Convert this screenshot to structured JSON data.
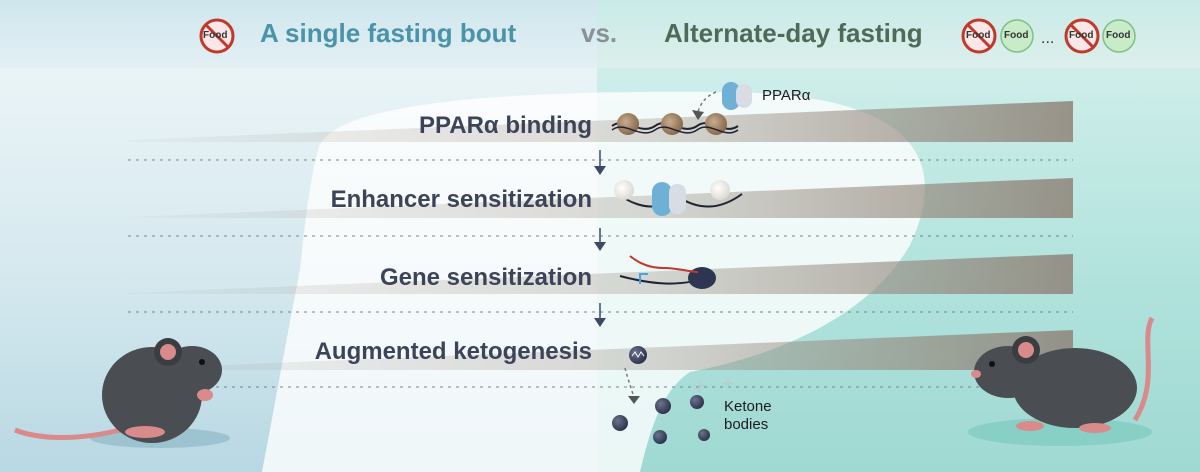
{
  "header": {
    "left_title": "A single fasting bout",
    "vs": "vs.",
    "right_title": "Alternate-day fasting",
    "no_food_label": "Food",
    "food_label": "Food",
    "ellipsis": "..."
  },
  "steps": [
    {
      "label": "PPARα binding"
    },
    {
      "label": "Enhancer sensitization"
    },
    {
      "label": "Gene sensitization"
    },
    {
      "label": "Augmented ketogenesis"
    }
  ],
  "annotations": {
    "ppar_label": "PPARα",
    "ketone_label_line1": "Ketone",
    "ketone_label_line2": "bodies"
  },
  "colors": {
    "left_bg": "#d2e7ee",
    "right_bg": "#a6dcd6",
    "title_left": "#4a93a8",
    "title_right": "#4f6a58",
    "step_text": "#3c4459",
    "mouse": "#4a4d52",
    "ppar_blue": "#6fb0d6"
  }
}
